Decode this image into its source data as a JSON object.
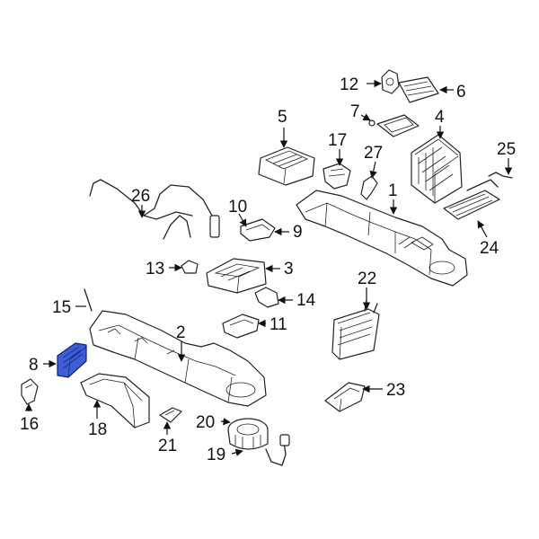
{
  "diagram": {
    "highlight_color": "#3d5fd6",
    "callouts": [
      {
        "id": "1",
        "label": "1"
      },
      {
        "id": "2",
        "label": "2"
      },
      {
        "id": "3",
        "label": "3"
      },
      {
        "id": "4",
        "label": "4"
      },
      {
        "id": "5",
        "label": "5"
      },
      {
        "id": "6",
        "label": "6"
      },
      {
        "id": "7",
        "label": "7"
      },
      {
        "id": "8",
        "label": "8"
      },
      {
        "id": "9",
        "label": "9"
      },
      {
        "id": "10",
        "label": "10"
      },
      {
        "id": "11",
        "label": "11"
      },
      {
        "id": "12",
        "label": "12"
      },
      {
        "id": "13",
        "label": "13"
      },
      {
        "id": "14",
        "label": "14"
      },
      {
        "id": "15",
        "label": "15"
      },
      {
        "id": "16",
        "label": "16"
      },
      {
        "id": "17",
        "label": "17"
      },
      {
        "id": "18",
        "label": "18"
      },
      {
        "id": "19",
        "label": "19"
      },
      {
        "id": "20",
        "label": "20"
      },
      {
        "id": "21",
        "label": "21"
      },
      {
        "id": "22",
        "label": "22"
      },
      {
        "id": "23",
        "label": "23"
      },
      {
        "id": "24",
        "label": "24"
      },
      {
        "id": "25",
        "label": "25"
      },
      {
        "id": "26",
        "label": "26"
      },
      {
        "id": "27",
        "label": "27"
      }
    ]
  }
}
